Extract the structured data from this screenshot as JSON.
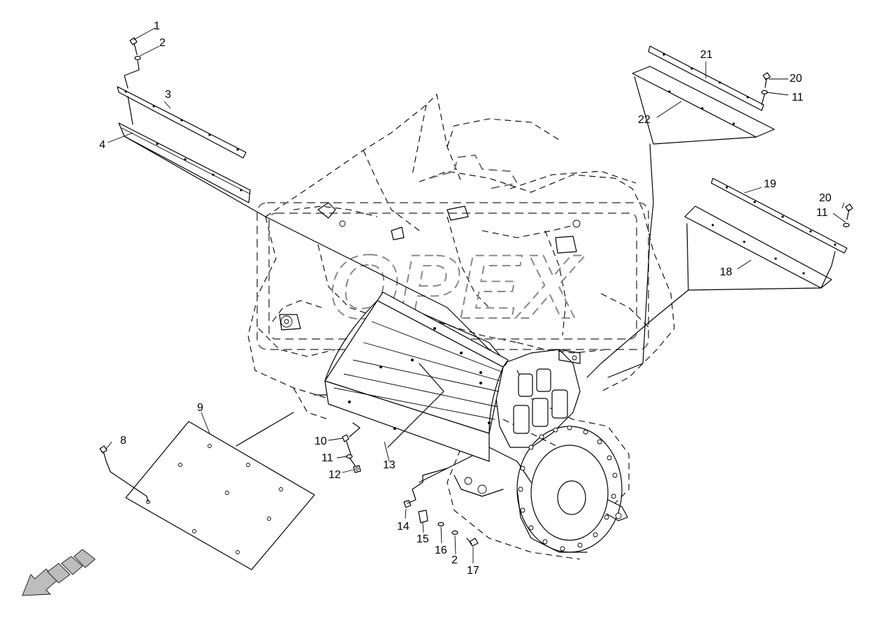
{
  "watermark": "OPEX",
  "callouts": [
    {
      "id": "c1",
      "text": "1"
    },
    {
      "id": "c2a",
      "text": "2"
    },
    {
      "id": "c3",
      "text": "3"
    },
    {
      "id": "c4",
      "text": "4"
    },
    {
      "id": "c21",
      "text": "21"
    },
    {
      "id": "c20a",
      "text": "20"
    },
    {
      "id": "c11a",
      "text": "11"
    },
    {
      "id": "c22",
      "text": "22"
    },
    {
      "id": "c19",
      "text": "19"
    },
    {
      "id": "c20b",
      "text": "20"
    },
    {
      "id": "c11b",
      "text": "11"
    },
    {
      "id": "c18",
      "text": "18"
    },
    {
      "id": "c9",
      "text": "9"
    },
    {
      "id": "c8",
      "text": "8"
    },
    {
      "id": "c10",
      "text": "10"
    },
    {
      "id": "c11c",
      "text": "11"
    },
    {
      "id": "c12",
      "text": "12"
    },
    {
      "id": "c13",
      "text": "13"
    },
    {
      "id": "c14",
      "text": "14"
    },
    {
      "id": "c15",
      "text": "15"
    },
    {
      "id": "c16",
      "text": "16"
    },
    {
      "id": "c2b",
      "text": "2"
    },
    {
      "id": "c17",
      "text": "17"
    }
  ]
}
